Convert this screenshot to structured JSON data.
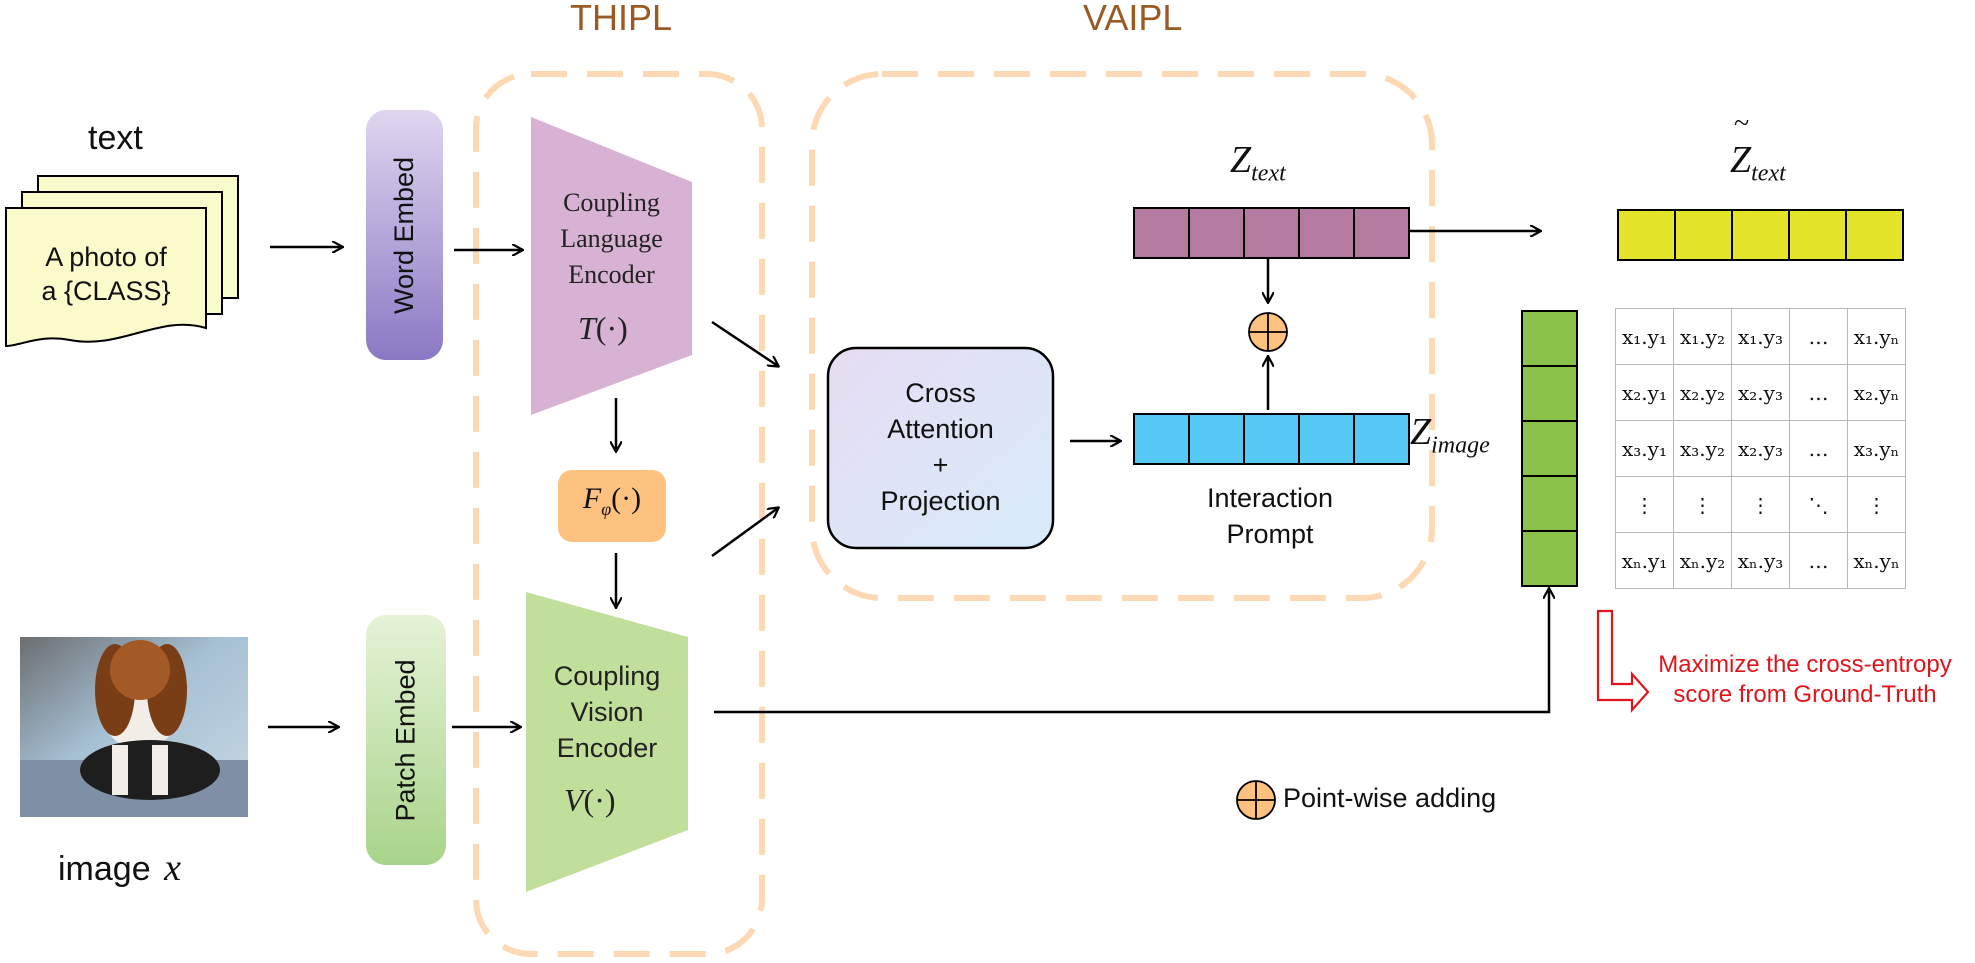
{
  "groups": {
    "thipl": "THIPL",
    "vaipl": "VAIPL"
  },
  "text_input": {
    "title": "text",
    "doc_line1": "A photo of",
    "doc_line2": "a {CLASS}"
  },
  "image_input": {
    "label": "image",
    "var": "x"
  },
  "word_embed": "Word Embed",
  "patch_embed": "Patch Embed",
  "lang_encoder": {
    "line1": "Coupling",
    "line2": "Language",
    "line3": "Encoder",
    "fn": "T",
    "arg": "(·)"
  },
  "vis_encoder": {
    "line1": "Coupling",
    "line2": "Vision",
    "line3": "Encoder",
    "fn": "V",
    "arg": "(·)"
  },
  "coupling_fn": {
    "base": "F",
    "sub": "φ",
    "arg": "(·)"
  },
  "cross_attention": {
    "line1": "Cross",
    "line2": "Attention",
    "line3": "+",
    "line4": "Projection"
  },
  "z_text": {
    "base": "Z",
    "sub": "text"
  },
  "z_text_tilde": {
    "base": "Z",
    "tilde": "~",
    "sub": "text"
  },
  "z_image": {
    "base": "Z",
    "sub": "image"
  },
  "interaction_prompt": {
    "line1": "Interaction",
    "line2": "Prompt"
  },
  "legend": {
    "label": "Point-wise adding"
  },
  "objective": {
    "line1": "Maximize the cross-entropy",
    "line2": "score from Ground-Truth"
  },
  "similarity_matrix": {
    "rows": [
      [
        "x₁.y₁",
        "x₁.y₂",
        "x₁.y₃",
        "…",
        "x₁.yₙ"
      ],
      [
        "x₂.y₁",
        "x₂.y₂",
        "x₂.y₃",
        "…",
        "x₂.yₙ"
      ],
      [
        "x₃.y₁",
        "x₃.y₂",
        "x₂.y₃",
        "…",
        "x₃.yₙ"
      ],
      [
        "⋮",
        "⋮",
        "⋮",
        "⋱",
        "⋮"
      ],
      [
        "xₙ.y₁",
        "xₙ.y₂",
        "xₙ.y₃",
        "…",
        "xₙ.yₙ"
      ]
    ]
  },
  "colors": {
    "group_border": "#fcd9b4",
    "group_title": "#9a5a24",
    "text_token": "#b57aa0",
    "image_token": "#56c8f5",
    "tilde_token": "#e4e42a",
    "image_feature": "#8bc34a",
    "lang_encoder": "#d7b2d2",
    "vis_encoder": "#c1df9a",
    "coupling_fn": "#fdc280",
    "objective_red": "#e0151c"
  }
}
